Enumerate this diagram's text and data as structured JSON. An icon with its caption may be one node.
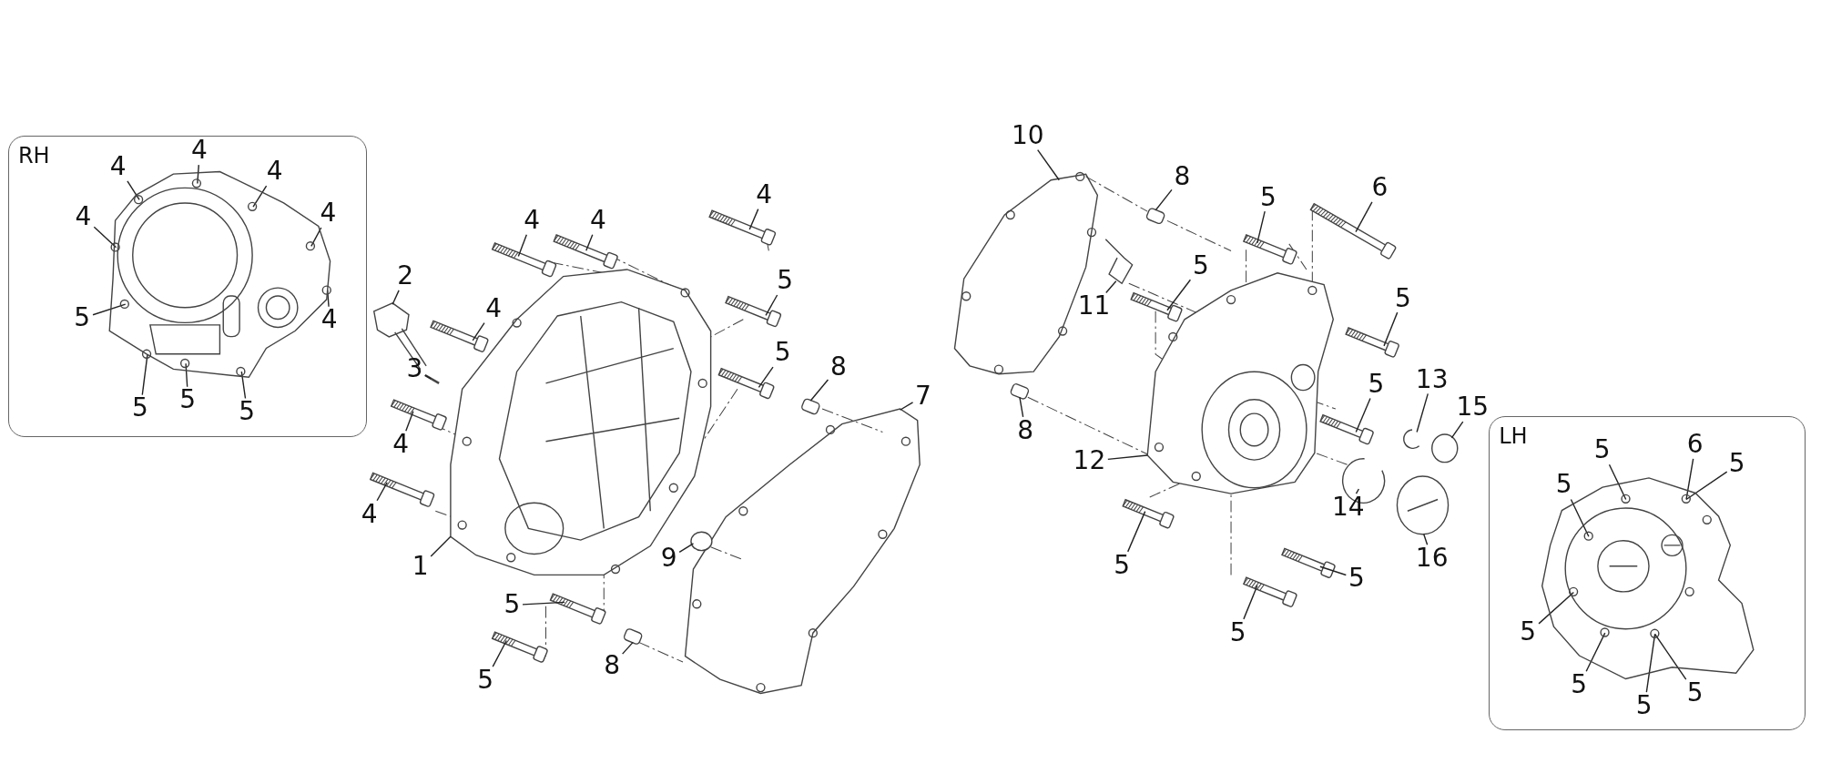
{
  "diagram": {
    "nodes": [
      {
        "text": [
          "RH"
        ]
      },
      {
        "text": [
          "4"
        ],
        "in": 0
      },
      {
        "text": [
          "4"
        ],
        "in": 0
      },
      {
        "text": [
          "4"
        ],
        "in": 0
      },
      {
        "text": [
          "4"
        ],
        "in": 0
      },
      {
        "text": [
          "4"
        ],
        "in": 0
      },
      {
        "text": [
          "4"
        ],
        "in": 0
      },
      {
        "text": [
          "5"
        ],
        "in": 0
      },
      {
        "text": [
          "5"
        ],
        "in": 0
      },
      {
        "text": [
          "5"
        ],
        "in": 0
      },
      {
        "text": [
          "5"
        ],
        "in": 0
      },
      {
        "text": [
          "2"
        ]
      },
      {
        "text": [
          "3"
        ]
      },
      {
        "text": [
          "4"
        ]
      },
      {
        "text": [
          "4"
        ]
      },
      {
        "text": [
          "4"
        ]
      },
      {
        "text": [
          "4"
        ]
      },
      {
        "text": [
          "4"
        ]
      },
      {
        "text": [
          "4"
        ]
      },
      {
        "text": [
          "5"
        ]
      },
      {
        "text": [
          "5"
        ]
      },
      {
        "text": [
          "8"
        ]
      },
      {
        "text": [
          "7"
        ]
      },
      {
        "text": [
          "1"
        ]
      },
      {
        "text": [
          "9"
        ]
      },
      {
        "text": [
          "5"
        ]
      },
      {
        "text": [
          "5"
        ]
      },
      {
        "text": [
          "8"
        ]
      },
      {
        "text": [
          "10"
        ]
      },
      {
        "text": [
          "8"
        ]
      },
      {
        "text": [
          "5"
        ]
      },
      {
        "text": [
          "6"
        ]
      },
      {
        "text": [
          "5"
        ]
      },
      {
        "text": [
          "11"
        ]
      },
      {
        "text": [
          "5"
        ]
      },
      {
        "text": [
          "5"
        ]
      },
      {
        "text": [
          "13"
        ]
      },
      {
        "text": [
          "15"
        ]
      },
      {
        "text": [
          "8"
        ]
      },
      {
        "text": [
          "12"
        ]
      },
      {
        "text": [
          "14"
        ]
      },
      {
        "text": [
          "16"
        ]
      },
      {
        "text": [
          "5"
        ]
      },
      {
        "text": [
          "5"
        ]
      },
      {
        "text": [
          "5"
        ]
      },
      {
        "text": [
          "LH"
        ]
      },
      {
        "text": [
          "5"
        ],
        "in": 45
      },
      {
        "text": [
          "6"
        ],
        "in": 45
      },
      {
        "text": [
          "5"
        ],
        "in": 45
      },
      {
        "text": [
          "5"
        ],
        "in": 45
      },
      {
        "text": [
          "5"
        ],
        "in": 45
      },
      {
        "text": [
          "5"
        ],
        "in": 45
      },
      {
        "text": [
          "5"
        ],
        "in": 45
      },
      {
        "text": [
          "5"
        ],
        "in": 45
      },
      {
        "text": [],
        "shape": "picture",
        "in": 0
      },
      {
        "text": [],
        "shape": "picture",
        "in": 45
      },
      {
        "text": [],
        "shape": "picture"
      },
      {
        "text": [],
        "shape": "picture"
      },
      {
        "text": [],
        "shape": "picture"
      },
      {
        "text": [],
        "shape": "picture"
      },
      {
        "text": [],
        "shape": "picture"
      },
      {
        "text": [],
        "shape": "picture"
      },
      {
        "text": [],
        "shape": "picture"
      },
      {
        "text": [],
        "shape": "picture"
      },
      {
        "text": [],
        "shape": "picture"
      },
      {
        "text": [],
        "shape": "picture"
      },
      {
        "text": [],
        "shape": "picture"
      },
      {
        "text": [],
        "shape": "picture"
      },
      {
        "text": [],
        "shape": "cylinder"
      },
      {
        "text": [],
        "shape": "cylinder"
      },
      {
        "text": [],
        "shape": "picture"
      },
      {
        "text": [],
        "shape": "picture"
      },
      {
        "text": [],
        "shape": "circle"
      },
      {
        "text": [],
        "shape": "picture"
      },
      {
        "text": [],
        "shape": "cylinder"
      },
      {
        "text": [],
        "shape": "picture"
      },
      {
        "text": [],
        "shape": "picture"
      },
      {
        "text": [],
        "shape": "picture"
      },
      {
        "text": [],
        "shape": "picture"
      },
      {
        "text": [],
        "shape": "picture"
      },
      {
        "text": [],
        "shape": "picture"
      },
      {
        "text": [],
        "shape": "picture"
      },
      {
        "text": [],
        "shape": "circle"
      },
      {
        "text": [],
        "shape": "cylinder"
      },
      {
        "text": [],
        "shape": "picture"
      },
      {
        "text": [],
        "shape": "picture"
      },
      {
        "text": [],
        "shape": "picture"
      },
      {
        "text": [],
        "shape": "picture"
      },
      {
        "text": [],
        "shape": "picture"
      },
      {
        "text": [],
        "shape": "picture"
      }
    ],
    "edges": [
      {
        "from": 1,
        "to": 54,
        "arrow": "none"
      },
      {
        "from": 2,
        "to": 54,
        "arrow": "none"
      },
      {
        "from": 3,
        "to": 54,
        "arrow": "none"
      },
      {
        "from": 4,
        "to": 54,
        "arrow": "none"
      },
      {
        "from": 5,
        "to": 54,
        "arrow": "none"
      },
      {
        "from": 6,
        "to": 54,
        "arrow": "none"
      },
      {
        "from": 7,
        "to": 54,
        "arrow": "none"
      },
      {
        "from": 8,
        "to": 54,
        "arrow": "none"
      },
      {
        "from": 9,
        "to": 54,
        "arrow": "none"
      },
      {
        "from": 10,
        "to": 54,
        "arrow": "none"
      },
      {
        "from": 11,
        "to": 56,
        "arrow": "none"
      },
      {
        "from": 12,
        "to": 57,
        "arrow": "none"
      },
      {
        "from": 13,
        "to": 58,
        "arrow": "none"
      },
      {
        "from": 14,
        "to": 59,
        "arrow": "none"
      },
      {
        "from": 15,
        "to": 60,
        "arrow": "none"
      },
      {
        "from": 16,
        "to": 61,
        "arrow": "none"
      },
      {
        "from": 17,
        "to": 62,
        "arrow": "none"
      },
      {
        "from": 18,
        "to": 63,
        "arrow": "none"
      },
      {
        "from": 19,
        "to": 64,
        "arrow": "none"
      },
      {
        "from": 20,
        "to": 65,
        "arrow": "none"
      },
      {
        "from": 21,
        "to": 68,
        "arrow": "none"
      },
      {
        "from": 22,
        "to": 70,
        "arrow": "none"
      },
      {
        "from": 23,
        "to": 71,
        "arrow": "none"
      },
      {
        "from": 24,
        "to": 72,
        "arrow": "none"
      },
      {
        "from": 25,
        "to": 66,
        "arrow": "none"
      },
      {
        "from": 26,
        "to": 67,
        "arrow": "none"
      },
      {
        "from": 27,
        "to": 69,
        "arrow": "none"
      },
      {
        "from": 28,
        "to": 73,
        "arrow": "none"
      },
      {
        "from": 29,
        "to": 74,
        "arrow": "none"
      },
      {
        "from": 30,
        "to": 75,
        "arrow": "none"
      },
      {
        "from": 31,
        "to": 76,
        "arrow": "none"
      },
      {
        "from": 32,
        "to": 77,
        "arrow": "none"
      },
      {
        "from": 33,
        "to": 78,
        "arrow": "none"
      },
      {
        "from": 34,
        "to": 79,
        "arrow": "none"
      },
      {
        "from": 35,
        "to": 80,
        "arrow": "none"
      },
      {
        "from": 36,
        "to": 81,
        "arrow": "none"
      },
      {
        "from": 37,
        "to": 82,
        "arrow": "none"
      },
      {
        "from": 38,
        "to": 83,
        "arrow": "none"
      },
      {
        "from": 39,
        "to": 84,
        "arrow": "none"
      },
      {
        "from": 40,
        "to": 85,
        "arrow": "none"
      },
      {
        "from": 41,
        "to": 86,
        "arrow": "none"
      },
      {
        "from": 42,
        "to": 87,
        "arrow": "none"
      },
      {
        "from": 43,
        "to": 88,
        "arrow": "none"
      },
      {
        "from": 44,
        "to": 89,
        "arrow": "none"
      },
      {
        "from": 46,
        "to": 55,
        "arrow": "none"
      },
      {
        "from": 47,
        "to": 55,
        "arrow": "none"
      },
      {
        "from": 48,
        "to": 55,
        "arrow": "none"
      },
      {
        "from": 49,
        "to": 55,
        "arrow": "none"
      },
      {
        "from": 50,
        "to": 55,
        "arrow": "none"
      },
      {
        "from": 51,
        "to": 55,
        "arrow": "none"
      },
      {
        "from": 52,
        "to": 55,
        "arrow": "none"
      },
      {
        "from": 53,
        "to": 55,
        "arrow": "none"
      }
    ]
  }
}
